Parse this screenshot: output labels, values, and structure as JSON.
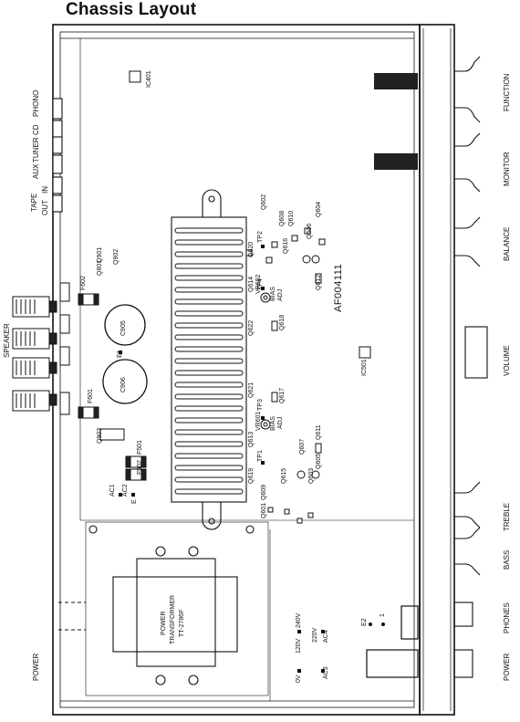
{
  "title": "Chassis Layout",
  "front_panel": {
    "controls": [
      "FUNCTION",
      "MONITOR",
      "BALANCE",
      "VOLUME",
      "TREBLE",
      "BASS",
      "PHONES",
      "POWER"
    ]
  },
  "rear_panel": {
    "inputs": [
      "PHONO",
      "CD",
      "TUNER",
      "AUX",
      "IN",
      "OUT"
    ],
    "tape_label": "TAPE",
    "speaker_label": "SPEAKER",
    "power_label": "POWER"
  },
  "board": {
    "model": "AF004111",
    "transformer_label": [
      "POWER",
      "TRANSFORMER",
      "TT-2786F"
    ],
    "ic": [
      "IC401",
      "IC501"
    ],
    "capacitors": [
      "C905",
      "C906"
    ],
    "fuses": [
      "F602",
      "F601",
      "F502",
      "F501"
    ],
    "transistors": [
      "Q601",
      "Q602",
      "Q603",
      "Q604",
      "Q605",
      "Q606",
      "Q607",
      "Q608",
      "Q609",
      "Q610",
      "Q611",
      "Q612",
      "Q613",
      "Q614",
      "Q615",
      "Q616",
      "Q617",
      "Q618",
      "Q619",
      "Q620",
      "Q621",
      "Q622",
      "Q801",
      "Q901",
      "Q902",
      "Q903"
    ],
    "bias": [
      "VR602",
      "VR601"
    ],
    "bias_label": [
      "BIAS",
      "ADJ"
    ],
    "test_points": [
      "TP1",
      "TP2",
      "TP3",
      "TP4"
    ],
    "misc": [
      "E1",
      "E2",
      "AC1",
      "AC2",
      "AC3",
      "AC4",
      "E"
    ],
    "voltages": [
      "0V",
      "120V",
      "220V",
      "240V"
    ],
    "jumpers": [
      "1"
    ]
  }
}
